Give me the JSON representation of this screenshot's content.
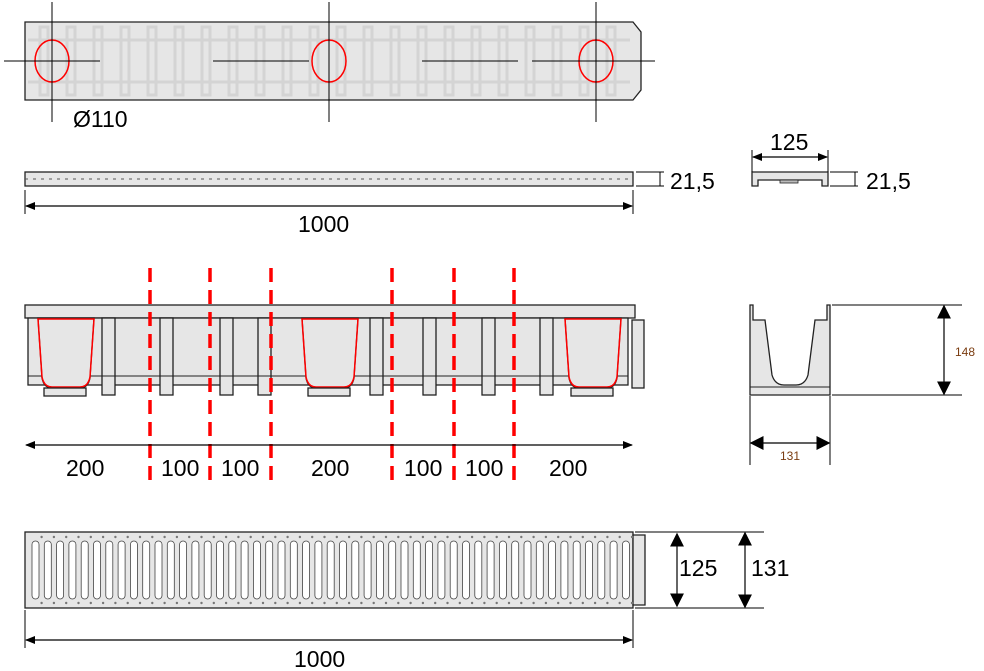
{
  "colors": {
    "part_fill": "#e6e6e6",
    "outlet_outline": "#ff0000",
    "cut_lines": "#ff0000",
    "small_dim_text": "#7a3c10"
  },
  "top_view": {
    "outlet_diameter_label": "Ø110"
  },
  "grate_side_view": {
    "thickness_label": "21,5",
    "length_label": "1000"
  },
  "grate_section_view": {
    "width_label": "125",
    "thickness_label": "21,5"
  },
  "channel_side_view": {
    "segment_labels": [
      "200",
      "100",
      "100",
      "200",
      "100",
      "100",
      "200"
    ]
  },
  "channel_section_view": {
    "height_label": "148",
    "width_label": "131"
  },
  "grate_top_view": {
    "inner_width_label": "125",
    "outer_width_label": "131",
    "length_label": "1000"
  }
}
